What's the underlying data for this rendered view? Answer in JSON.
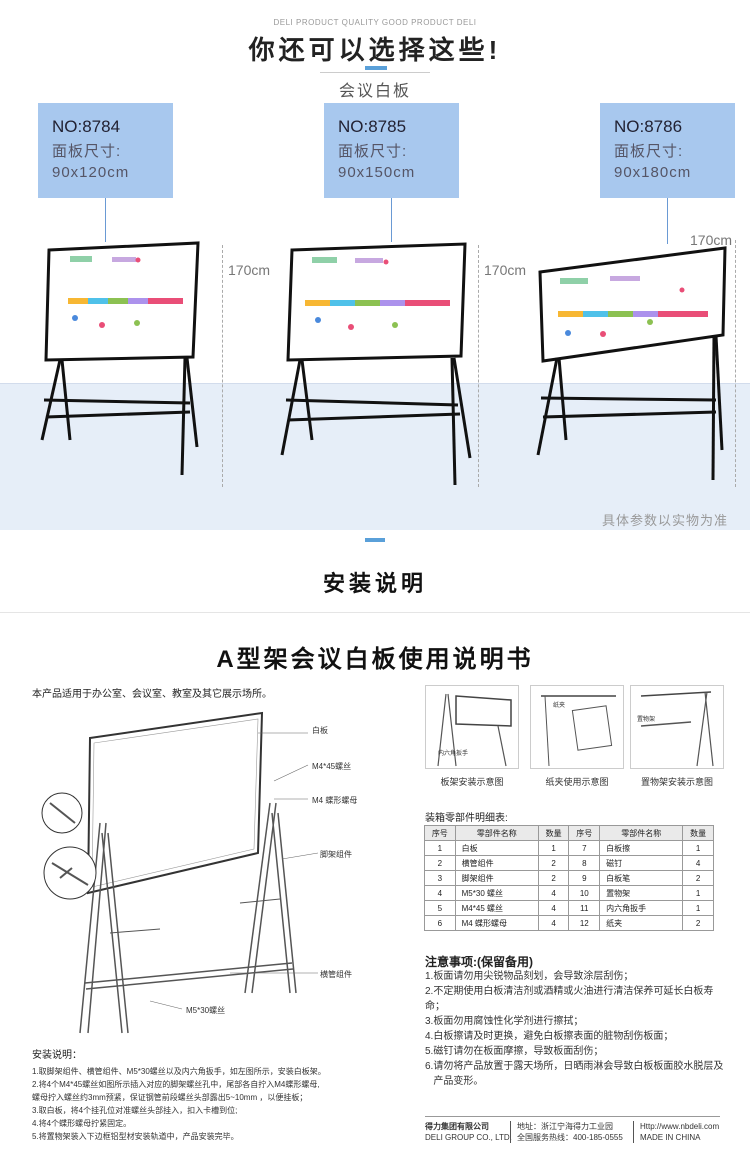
{
  "header": {
    "tagline": "DELI PRODUCT QUALITY GOOD PRODUCT DELI",
    "title": "你还可以选择这些!",
    "subtitle": "会议白板"
  },
  "products": [
    {
      "no": "NO:8784",
      "size_label": "面板尺寸:",
      "size": "90x120cm",
      "height": "170cm"
    },
    {
      "no": "NO:8785",
      "size_label": "面板尺寸:",
      "size": "90x150cm",
      "height": "170cm"
    },
    {
      "no": "NO:8786",
      "size_label": "面板尺寸:",
      "size": "90x180cm",
      "height": "170cm"
    }
  ],
  "disclaimer": "具体参数以实物为准",
  "install_title": "安装说明",
  "manual": {
    "title": "A型架会议白板使用说明书",
    "intro": "本产品适用于办公室、会议室、教室及其它展示场所。",
    "diagram_labels": {
      "board": "白板",
      "screw_m4x45": "M4*45螺丝",
      "wing_nut": "M4 蝶形螺母",
      "leg": "脚架组件",
      "crossbar": "横管组件",
      "screw_m5x30": "M5*30螺丝"
    },
    "thumbs": [
      {
        "caption": "板架安装示意图",
        "inner": "内六角扳手"
      },
      {
        "caption": "纸夹使用示意图",
        "inner": "纸夹"
      },
      {
        "caption": "置物架安装示意图",
        "inner": "置物架"
      }
    ],
    "parts_title": "装箱零部件明细表:",
    "parts_headers": [
      "序号",
      "零部件名称",
      "数量",
      "序号",
      "零部件名称",
      "数量"
    ],
    "parts_rows": [
      [
        "1",
        "白板",
        "1",
        "7",
        "白板擦",
        "1"
      ],
      [
        "2",
        "横管组件",
        "2",
        "8",
        "磁钉",
        "4"
      ],
      [
        "3",
        "脚架组件",
        "2",
        "9",
        "白板笔",
        "2"
      ],
      [
        "4",
        "M5*30 螺丝",
        "4",
        "10",
        "置物架",
        "1"
      ],
      [
        "5",
        "M4*45 螺丝",
        "4",
        "11",
        "内六角扳手",
        "1"
      ],
      [
        "6",
        "M4 蝶形螺母",
        "4",
        "12",
        "纸夹",
        "2"
      ]
    ],
    "notes_title": "注意事项:(保留备用)",
    "notes": [
      "1.板面请勿用尖锐物品刻划，会导致涂层刮伤；",
      "2.不定期使用白板清洁剂或酒精或火油进行清洁保养可延长白板寿命；",
      "3.板面勿用腐蚀性化学剂进行擦拭；",
      "4.白板擦请及时更换，避免白板擦表面的脏物刮伤板面；",
      "5.磁钉请勿在板面摩擦，导致板面刮伤；",
      "6.请勿将产品放置于露天场所，日晒雨淋会导致白板板面胶水脱层及",
      "   产品变形。"
    ],
    "steps_title": "安装说明：",
    "steps": [
      "1.取脚架组件、横管组件、M5*30螺丝以及内六角扳手，如左图所示，安装白板架。",
      "2.将4个M4*45螺丝如图所示插入对应的脚架螺丝孔中，尾部各自拧入M4蝶形螺母,",
      "   螺母拧入螺丝约3mm预紧，保证钢管前段螺丝头部露出5~10mm ，以便挂板；",
      "3.取白板，将4个挂孔位对准螺丝头部挂入，扣入卡槽到位;",
      "4.将4个蝶形螺母拧紧固定。",
      "5.将置物架装入下边框铝型材安装轨道中，产品安装完毕。"
    ],
    "footer": {
      "company_cn": "得力集团有限公司",
      "company_en": "DELI GROUP CO., LTD.",
      "address": "地址：浙江宁海得力工业园",
      "hotline": "全国服务热线：400-185-0555",
      "website": "Http://www.nbdeli.com",
      "made_in": "MADE IN CHINA"
    }
  },
  "colors": {
    "accent": "#5aa0d9",
    "card_bg": "#a8c8ee",
    "floor": "#e6eef8"
  }
}
